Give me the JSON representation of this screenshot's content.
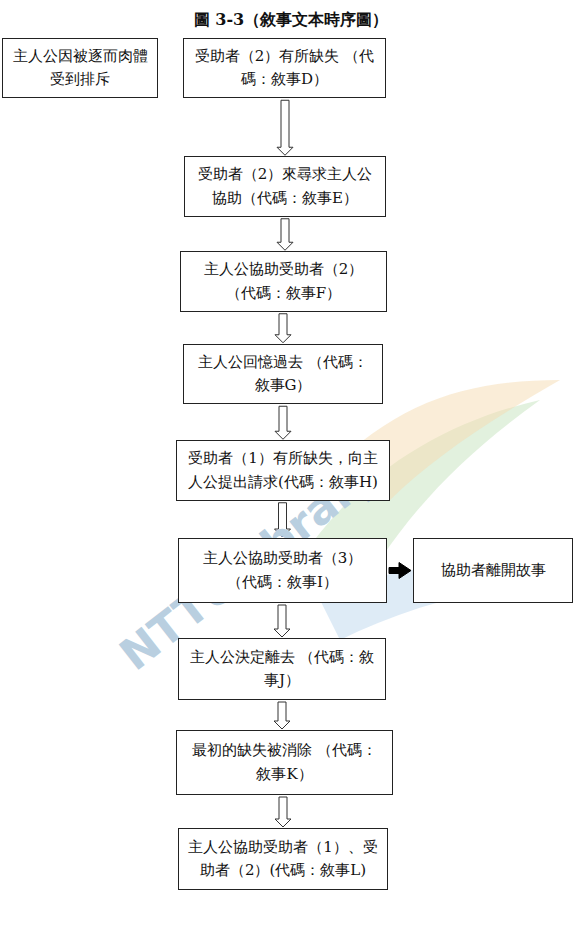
{
  "diagram": {
    "title": "圖 3-3（敘事文本時序圖）",
    "nodes": [
      {
        "text": [
          "主人公因被逐而肉體受到排斥"
        ]
      },
      {
        "text": [
          "受助者（2）有所缺失 （代碼：敘事D）"
        ]
      },
      {
        "text": [
          "受助者（2）來尋求主人公協助（代碼：敘事E）"
        ]
      },
      {
        "text": [
          "主人公協助受助者（2） （代碼：敘事F）"
        ]
      },
      {
        "text": [
          "主人公回憶過去 （代碼：敘事G）"
        ]
      },
      {
        "text": [
          "受助者（1）有所缺失，向主人公提出請求(代碼：敘事H)"
        ]
      },
      {
        "text": [
          "主人公協助受助者（3） （代碼：敘事I）"
        ]
      },
      {
        "text": [
          "協助者離開故事"
        ]
      },
      {
        "text": [
          "主人公決定離去 （代碼：敘事J）"
        ]
      },
      {
        "text": [
          "最初的缺失被消除 （代碼：敘事K）"
        ]
      },
      {
        "text": [
          "主人公協助受助者（1）、受助者（2）(代碼：敘事L)"
        ]
      }
    ],
    "edges": [
      {
        "from": 1,
        "to": 2,
        "arrow": "to"
      },
      {
        "from": 2,
        "to": 3,
        "arrow": "to"
      },
      {
        "from": 3,
        "to": 4,
        "arrow": "to"
      },
      {
        "from": 4,
        "to": 5,
        "arrow": "to"
      },
      {
        "from": 5,
        "to": 6,
        "arrow": "to"
      },
      {
        "from": 6,
        "to": 7,
        "arrow": "to"
      },
      {
        "from": 6,
        "to": 8,
        "arrow": "to"
      },
      {
        "from": 8,
        "to": 9,
        "arrow": "to"
      },
      {
        "from": 9,
        "to": 10,
        "arrow": "to"
      }
    ],
    "labels": [
      "NTTU library"
    ]
  }
}
